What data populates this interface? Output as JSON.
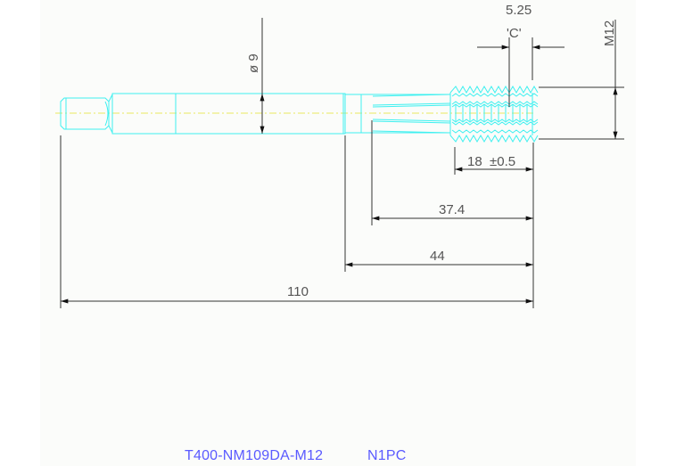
{
  "drawing": {
    "dimensions": {
      "overall_length": "110",
      "shank_to_tip": "44",
      "flute_length": "37.4",
      "thread_length": "18  ±0.5",
      "chamfer_label": "'C'",
      "chamfer_length": "5.25",
      "thread_size": "M12",
      "shank_diameter": "ø 9"
    },
    "title_block": {
      "part_number": "T400-NM109DA-M12",
      "quantity": "N1PC"
    },
    "colors": {
      "outline": "#3ff0f0",
      "dimension": "#333333",
      "centerline": "#e8e860",
      "title": "#5a5aff"
    }
  }
}
